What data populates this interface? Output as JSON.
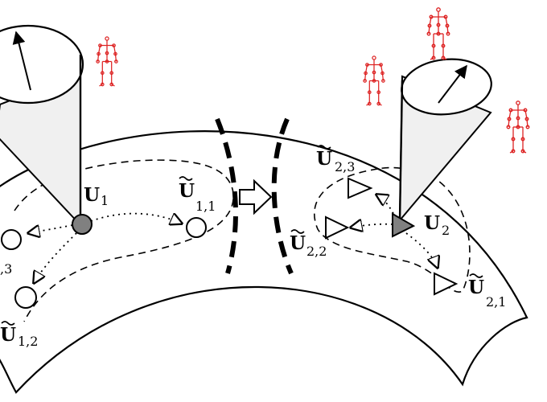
{
  "labels": {
    "u1": {
      "main": "U",
      "sub": "1",
      "tilde": false
    },
    "u11": {
      "main": "U",
      "sub": "1,1",
      "tilde": true
    },
    "u12": {
      "main": "U",
      "sub": "1,2",
      "tilde": true
    },
    "u13": {
      "main": "",
      "sub": ",3",
      "tilde": false
    },
    "u2": {
      "main": "U",
      "sub": "2",
      "tilde": false
    },
    "u21": {
      "main": "U",
      "sub": "2,1",
      "tilde": true
    },
    "u22": {
      "main": "U",
      "sub": "2,2",
      "tilde": true
    },
    "u23": {
      "main": "U",
      "sub": "2,3",
      "tilde": true
    }
  },
  "colors": {
    "stroke": "#000000",
    "manifold_fill": "#ffffff",
    "cone_fill": "#f0f0f0",
    "mean_point_fill": "#808080",
    "skeleton": "#dd2222"
  },
  "icons": [
    "human-skeleton-icon",
    "right-arrow-icon",
    "circle-marker-icon",
    "triangle-marker-icon"
  ]
}
